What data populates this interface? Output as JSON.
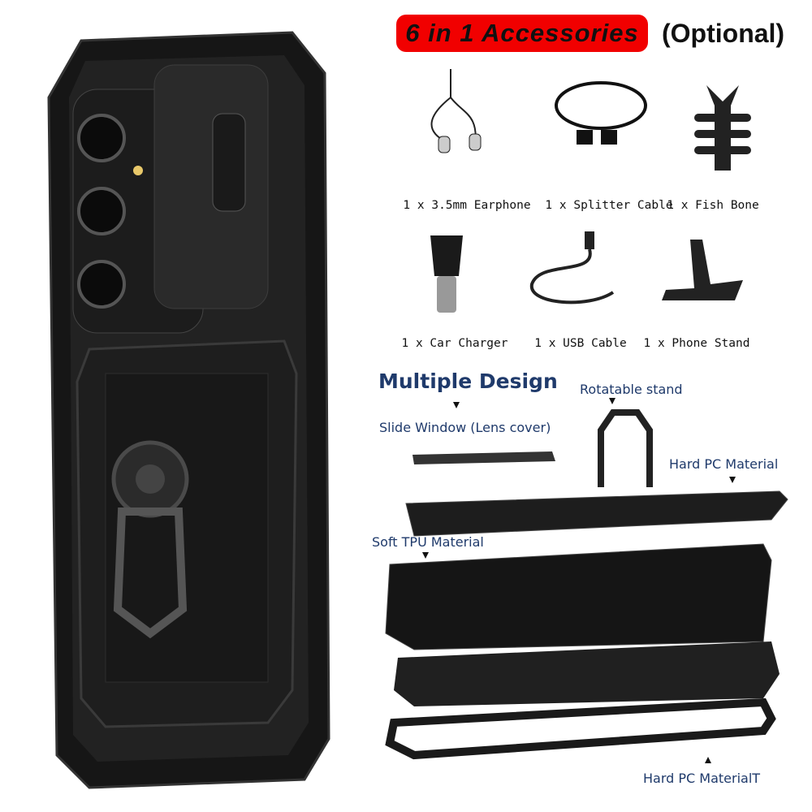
{
  "header": {
    "banner": "6 in 1 Accessories",
    "optional": "(Optional)"
  },
  "accessories": [
    {
      "label": "1 x 3.5mm Earphone",
      "icon": "earphone-icon"
    },
    {
      "label": "1 x Splitter Cable",
      "icon": "splitter-cable-icon"
    },
    {
      "label": "1 x Fish Bone",
      "icon": "fish-bone-icon"
    },
    {
      "label": "1 x Car Charger",
      "icon": "car-charger-icon"
    },
    {
      "label": "1 x USB Cable",
      "icon": "usb-cable-icon"
    },
    {
      "label": "1 x Phone Stand",
      "icon": "phone-stand-icon"
    }
  ],
  "design": {
    "title": "Multiple Design",
    "labels": {
      "stand": "Rotatable stand",
      "slide": "Slide Window (Lens cover)",
      "hard_pc": "Hard PC Material",
      "soft_tpu": "Soft TPU Material",
      "hard_pc_bottom": "Hard PC MaterialT"
    }
  },
  "colors": {
    "banner": "#f10000",
    "label": "#1f3a6b"
  }
}
